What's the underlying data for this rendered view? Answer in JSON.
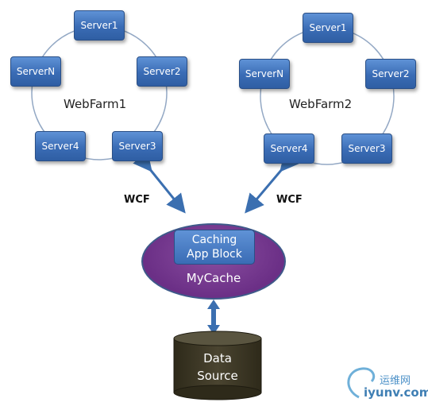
{
  "farms": [
    {
      "label": "WebFarm1",
      "servers": [
        "Server1",
        "ServerN",
        "Server2",
        "Server4",
        "Server3"
      ]
    },
    {
      "label": "WebFarm2",
      "servers": [
        "Server1",
        "ServerN",
        "Server2",
        "Server4",
        "Server3"
      ]
    }
  ],
  "links": {
    "left_label": "WCF",
    "right_label": "WCF"
  },
  "cache": {
    "block_line1": "Caching",
    "block_line2": "App Block",
    "label": "MyCache"
  },
  "datasource": {
    "line1": "Data",
    "line2": "Source"
  },
  "watermark": {
    "cn": "运维网",
    "en": "iyunv.com"
  },
  "colors": {
    "server_blue": "#3a6cb5",
    "cache_purple": "#6b2f86",
    "cylinder_dark": "#3f3a26",
    "arrow_blue": "#3b6fb0"
  }
}
